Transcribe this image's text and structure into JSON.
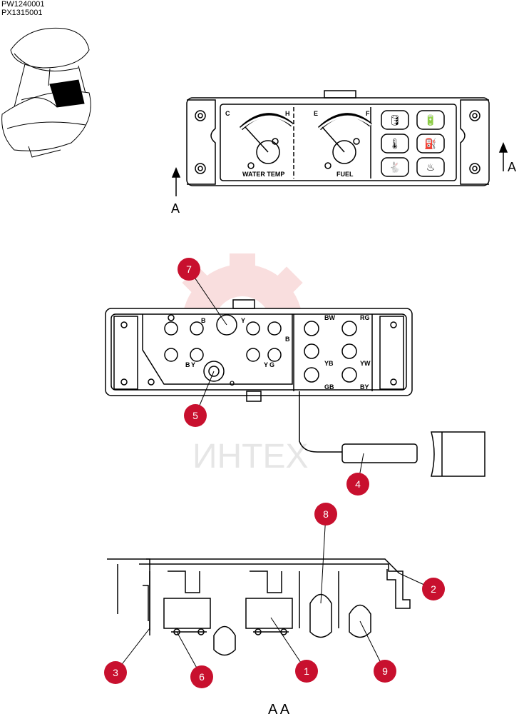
{
  "part_codes": [
    "PW1240001",
    "PX1315001"
  ],
  "section_view_label": "A A",
  "view_arrow_label_left": "A",
  "view_arrow_label_right": "A",
  "gauges": {
    "water_temp_label": "WATER TEMP",
    "fuel_label": "FUEL",
    "water_cold_mark": "C",
    "water_hot_mark": "H",
    "fuel_empty_mark": "E",
    "fuel_full_mark": "F"
  },
  "wire_codes": {
    "upper_left_a": "B",
    "upper_left_b": "Y",
    "upper_left_c": "B",
    "lower_left_a": "Y",
    "lower_left_b": "B",
    "lower_mid": "Y",
    "lower_mid_b": "G",
    "center": "O",
    "right_bw": "BW",
    "right_rg": "RG",
    "right_yb": "YB",
    "right_yw": "YW",
    "right_gb": "GB",
    "right_by": "BY"
  },
  "watermark_text": "ИНТЕХ",
  "callouts": [
    "1",
    "2",
    "3",
    "4",
    "5",
    "6",
    "7",
    "8",
    "9"
  ],
  "colors": {
    "callout": "#c8102e",
    "watermark": "#f3b8b8",
    "line": "#000000"
  }
}
